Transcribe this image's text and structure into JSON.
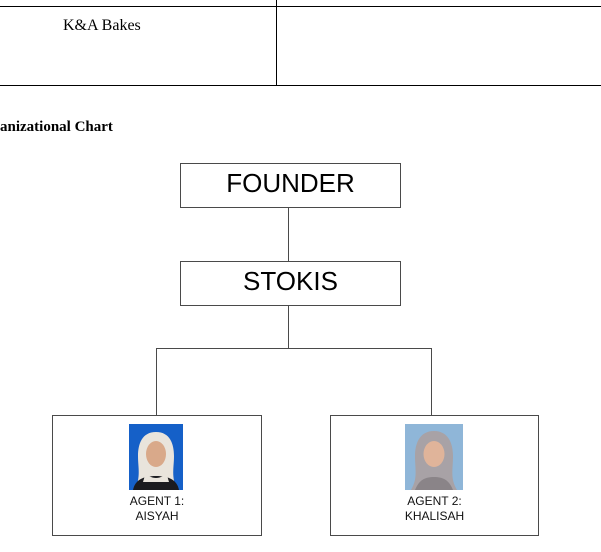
{
  "table": {
    "cell_text": "K&A Bakes"
  },
  "section": {
    "heading": "anizational Chart"
  },
  "org_chart": {
    "root": {
      "label": "FOUNDER"
    },
    "middle": {
      "label": "STOKIS"
    },
    "agents": [
      {
        "role": "AGENT 1:",
        "name": "AISYAH",
        "photo_bg": "#1560c8"
      },
      {
        "role": "AGENT 2:",
        "name": "KHALISAH",
        "photo_bg": "#8fb6d8"
      }
    ]
  }
}
